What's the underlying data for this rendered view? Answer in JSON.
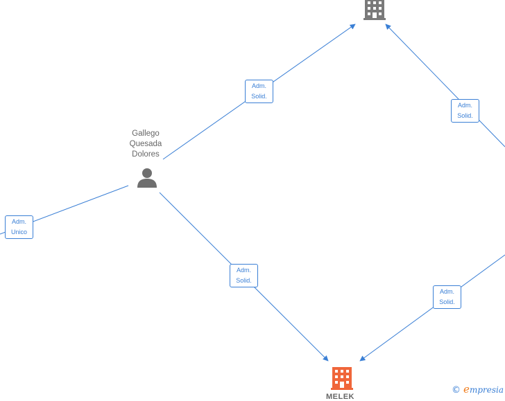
{
  "colors": {
    "edge": "#3a7fd5",
    "person": "#6f6f6f",
    "company_top": "#7a7a7a",
    "company_bottom": "#f0663a",
    "brand_accent": "#f07c1c"
  },
  "nodes": {
    "person": {
      "name_lines": [
        "Gallego",
        "Quesada",
        "Dolores"
      ],
      "icon": "person-icon"
    },
    "company_top": {
      "icon": "building-icon"
    },
    "company_bottom": {
      "name": "MELEK",
      "icon": "building-icon"
    }
  },
  "edges": [
    {
      "role_lines": [
        "Adm.",
        "Solid."
      ]
    },
    {
      "role_lines": [
        "Adm.",
        "Solid."
      ]
    },
    {
      "role_lines": [
        "Adm.",
        "Unico"
      ]
    },
    {
      "role_lines": [
        "Adm.",
        "Solid."
      ]
    },
    {
      "role_lines": [
        "Adm.",
        "Solid."
      ]
    }
  ],
  "brand": {
    "copyright": "©",
    "initial": "e",
    "rest": "mpresia"
  }
}
